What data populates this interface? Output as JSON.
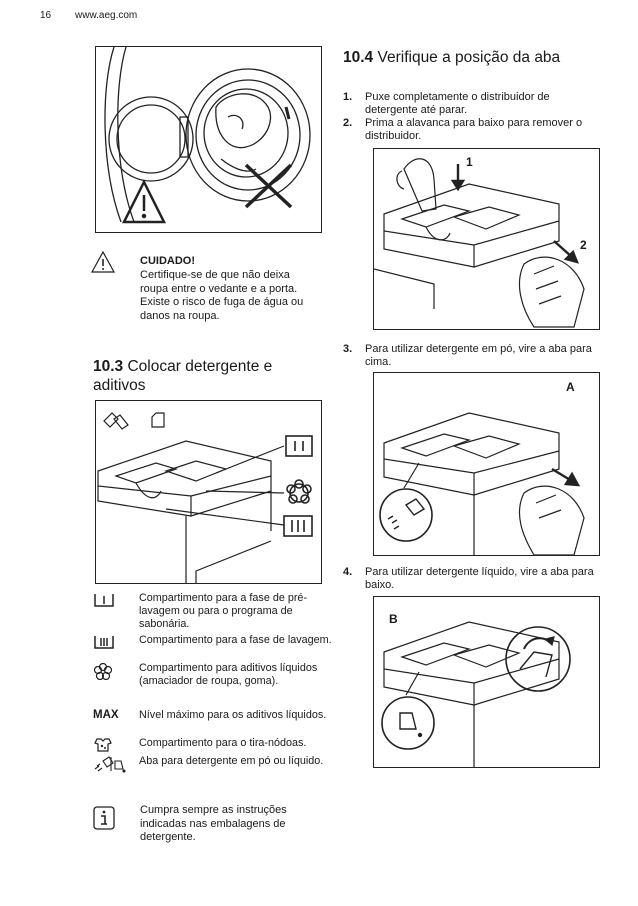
{
  "header": {
    "page_number": "16",
    "website": "www.aeg.com"
  },
  "caution": {
    "title": "CUIDADO!",
    "text": "Certifique-se de que não deixa roupa entre o vedante e a porta. Existe o risco de fuga de água ou danos na roupa."
  },
  "section_10_3": {
    "number": "10.3",
    "title": "Colocar detergente e aditivos"
  },
  "legend": [
    {
      "icon": "prewash-compartment-icon",
      "text": "Compartimento para a fase de pré-lavagem ou para o programa de sabonária."
    },
    {
      "icon": "wash-compartment-icon",
      "text": "Compartimento para a fase de lavagem."
    },
    {
      "icon": "flower-icon",
      "text": "Compartimento para aditivos líquidos (amaciador de roupa, goma)."
    },
    {
      "icon": "max-label",
      "label": "MAX",
      "text": "Nível máximo para os aditivos líquidos."
    },
    {
      "icon": "stain-remover-icon",
      "text": "Compartimento para o tira-nódoas."
    },
    {
      "icon": "flap-icon",
      "text": "Aba para detergente em pó ou líquido."
    }
  ],
  "info": {
    "text": "Cumpra sempre as instruções indicadas nas embalagens de detergente."
  },
  "section_10_4": {
    "number": "10.4",
    "title": "Verifique a posição da aba",
    "steps": [
      {
        "n": "1.",
        "text": "Puxe completamente o distribuidor de detergente até parar."
      },
      {
        "n": "2.",
        "text": "Prima a alavanca para baixo para remover o distribuidor."
      },
      {
        "n": "3.",
        "text": "Para utilizar detergente em pó, vire a aba para cima."
      },
      {
        "n": "4.",
        "text": "Para utilizar detergente líquido, vire a aba para baixo."
      }
    ]
  },
  "figure_labels": {
    "step1": "1",
    "step2": "2",
    "a": "A",
    "b": "B"
  }
}
